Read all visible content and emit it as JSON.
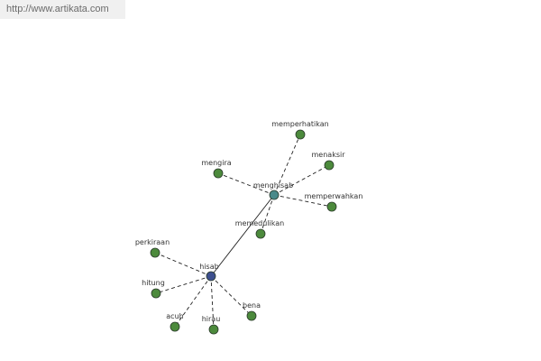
{
  "banner": {
    "url": "http://www.artikata.com"
  },
  "colors": {
    "hub_hisab": "#3d4f8e",
    "hub_menghisab": "#4a8a8a",
    "leaf": "#4c8a3c",
    "node_stroke": "#2a3a2a",
    "edge": "#222222"
  },
  "graph": {
    "hubs": [
      {
        "id": "hisab",
        "label": "hisab"
      },
      {
        "id": "menghisab",
        "label": "menghisab"
      }
    ],
    "leaves": [
      {
        "id": "memperhatikan",
        "label": "memperhatikan",
        "hub": "menghisab"
      },
      {
        "id": "menaksir",
        "label": "menaksir",
        "hub": "menghisab"
      },
      {
        "id": "mengira",
        "label": "mengira",
        "hub": "menghisab"
      },
      {
        "id": "memperwahkan",
        "label": "memperwahkan",
        "hub": "menghisab"
      },
      {
        "id": "memedulikan",
        "label": "memedulikan",
        "hub": "menghisab"
      },
      {
        "id": "perkiraan",
        "label": "perkiraan",
        "hub": "hisab"
      },
      {
        "id": "hitung",
        "label": "hitung",
        "hub": "hisab"
      },
      {
        "id": "acuh",
        "label": "acuh",
        "hub": "hisab"
      },
      {
        "id": "hirau",
        "label": "hirau",
        "hub": "hisab"
      },
      {
        "id": "bena",
        "label": "bena",
        "hub": "hisab"
      }
    ],
    "links": [
      {
        "from": "hisab",
        "to": "menghisab",
        "style": "solid"
      }
    ]
  }
}
